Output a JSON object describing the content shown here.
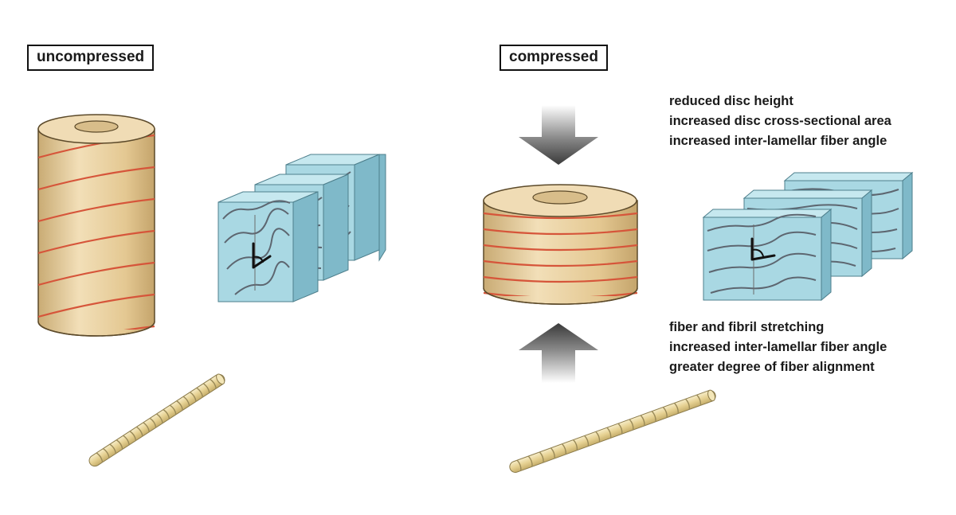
{
  "labels": {
    "uncompressed": "uncompressed",
    "compressed": "compressed"
  },
  "notes_top": [
    "reduced disc height",
    "increased disc cross-sectional area",
    "increased inter-lamellar fiber angle"
  ],
  "notes_bottom": [
    "fiber and fibril stretching",
    "increased inter-lamellar fiber angle",
    "greater degree of fiber alignment"
  ],
  "colors": {
    "cylinder_body": "#e8cf9f",
    "cylinder_top": "#f0dcb5",
    "fiber_line": "#d6553a",
    "lamella_face": "#a9d8e3",
    "lamella_side": "#7fb9c9",
    "fibril": "#ecdca0",
    "arrow": "#4a4a4a"
  },
  "icons": {
    "compression_arrow_top": "arrow-down-icon",
    "compression_arrow_bottom": "arrow-up-icon",
    "fiber_angle": "angle-icon"
  }
}
